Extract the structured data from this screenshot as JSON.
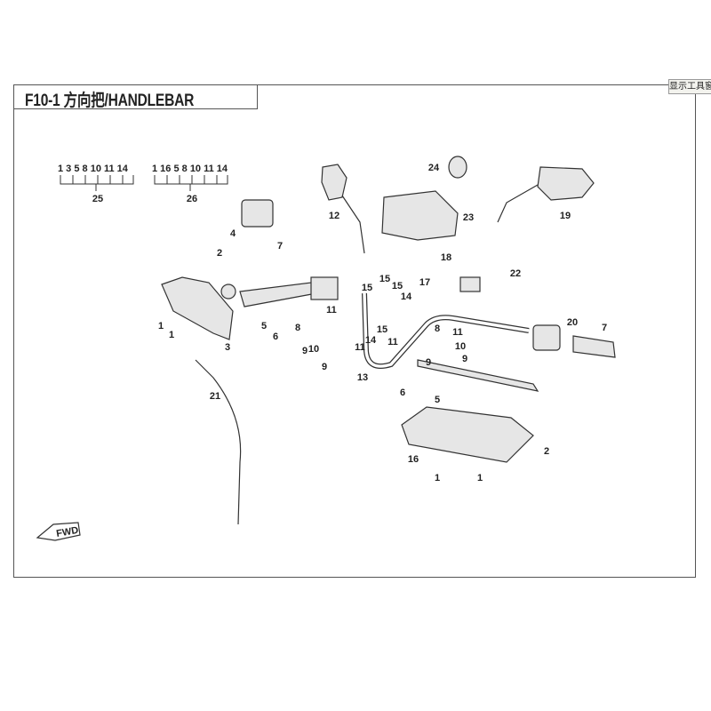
{
  "header": {
    "title": "F10-1 方向把/HANDLEBAR",
    "tool_button": "显示工具窗"
  },
  "kits": [
    {
      "members": "1  3  5  8  10 11 14",
      "number": "25"
    },
    {
      "members": "1  16 5  8  10 11 14",
      "number": "26"
    }
  ],
  "callouts": [
    "1",
    "1",
    "2",
    "3",
    "4",
    "5",
    "6",
    "7",
    "8",
    "9",
    "10",
    "11",
    "9",
    "12",
    "23",
    "24",
    "19",
    "15",
    "15",
    "15",
    "14",
    "17",
    "18",
    "22",
    "20",
    "7",
    "15",
    "14",
    "11",
    "11",
    "8",
    "11",
    "10",
    "9",
    "9",
    "13",
    "21",
    "6",
    "5",
    "16",
    "1",
    "1",
    "2"
  ],
  "fwd_label": "FWD",
  "colors": {
    "line": "#333333",
    "part_fill": "#e6e6e6",
    "dark": "#555555"
  }
}
